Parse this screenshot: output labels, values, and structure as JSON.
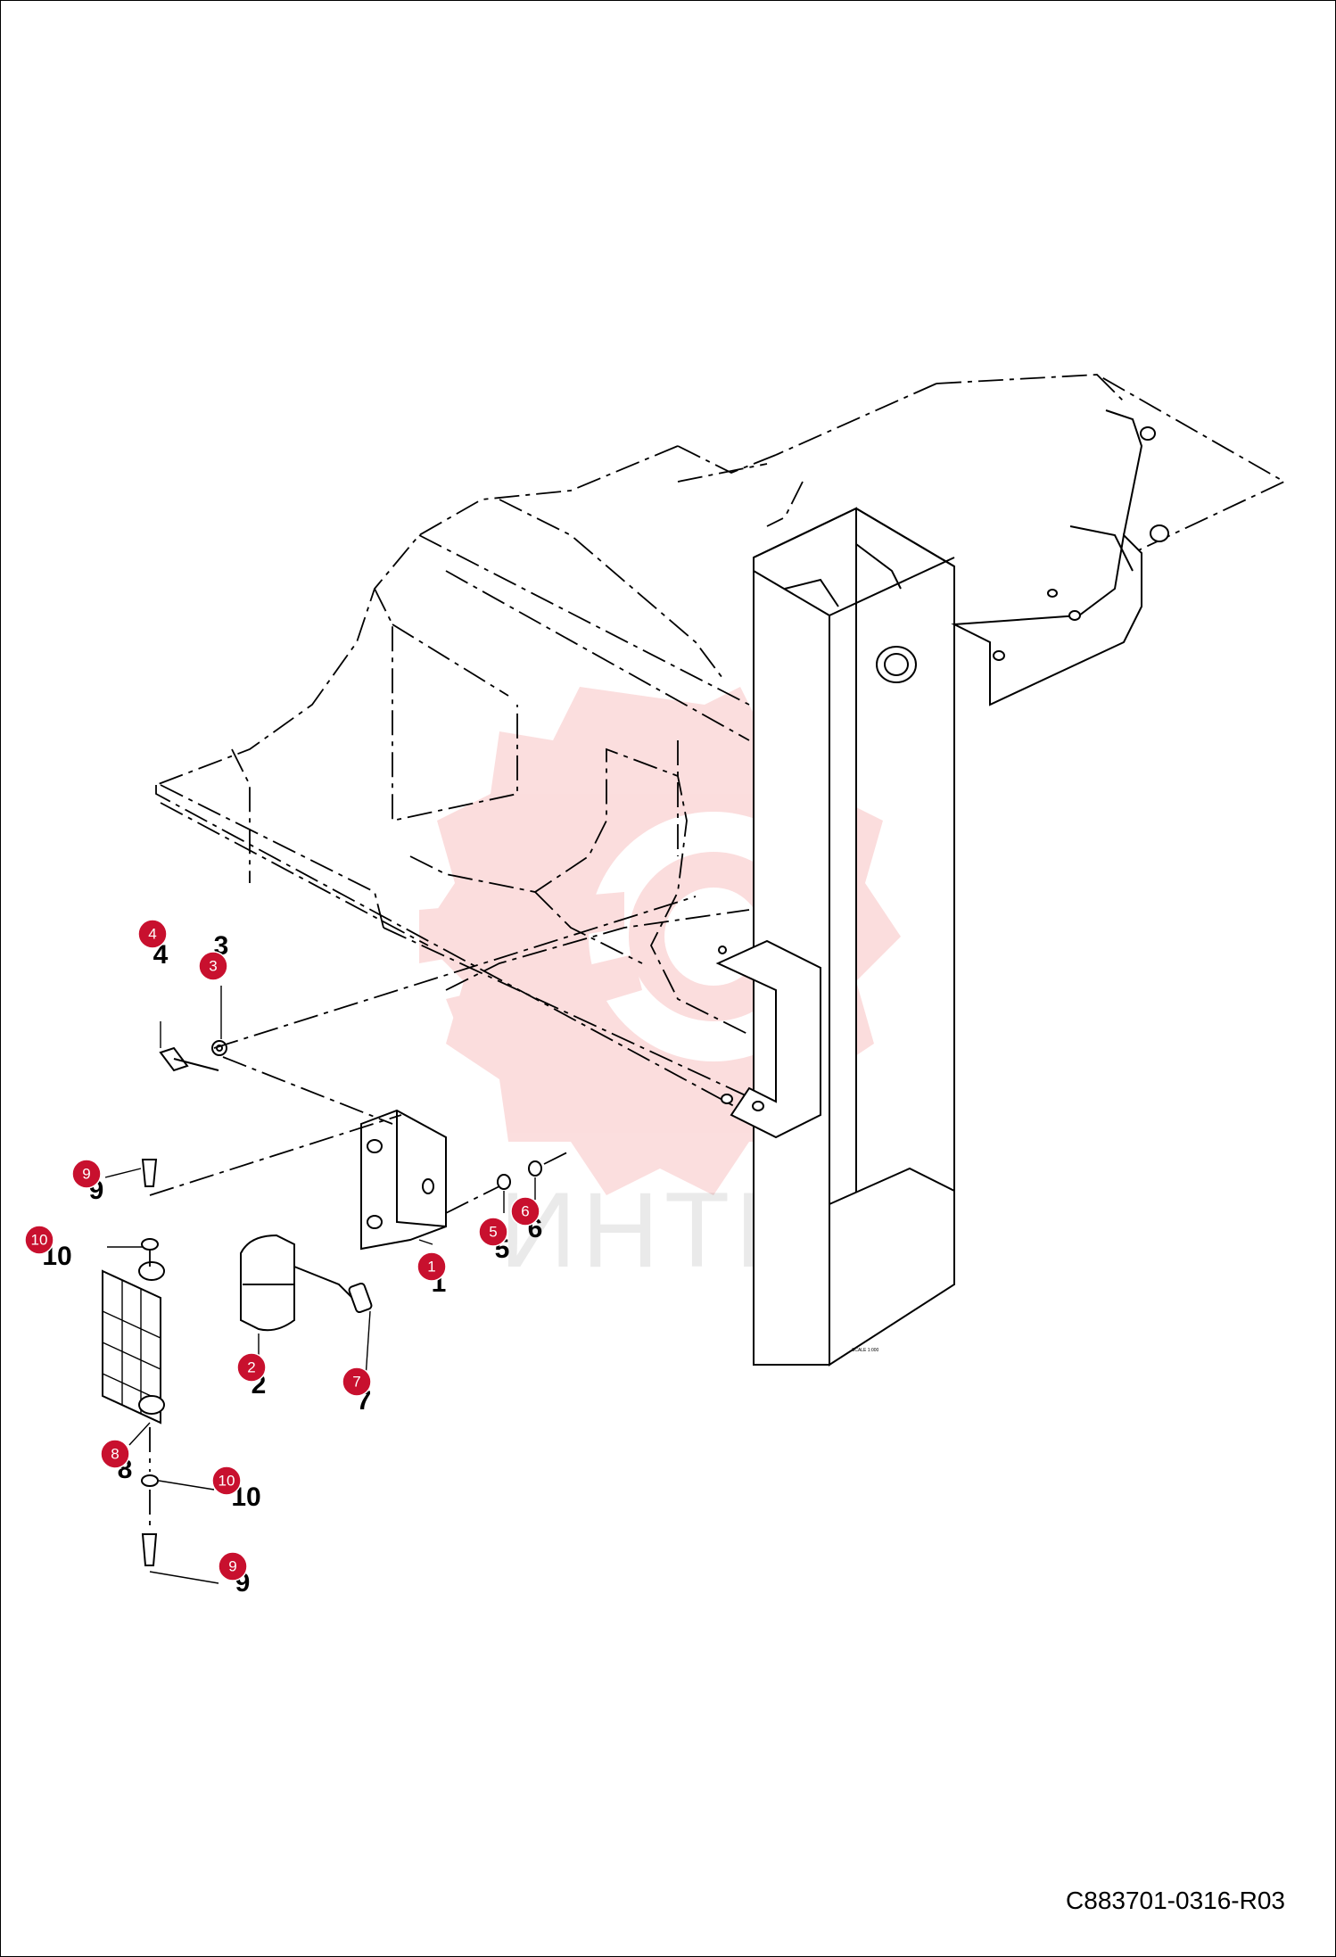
{
  "document_code": "C883701-0316-R03",
  "scale_note": "SCALE 1:000",
  "watermark_text": "ИНТЕХ",
  "colors": {
    "badge": "#c8102e",
    "watermark": "#f4a0a0",
    "line": "#000000"
  },
  "callouts": [
    {
      "id": "1",
      "label": "1",
      "badge": "1"
    },
    {
      "id": "2",
      "label": "2",
      "badge": "2"
    },
    {
      "id": "3",
      "label": "3",
      "badge": "3"
    },
    {
      "id": "4",
      "label": "4",
      "badge": "4"
    },
    {
      "id": "5",
      "label": "5",
      "badge": "5"
    },
    {
      "id": "6",
      "label": "6",
      "badge": "6"
    },
    {
      "id": "7",
      "label": "7",
      "badge": "7"
    },
    {
      "id": "8",
      "label": "8",
      "badge": "8"
    },
    {
      "id": "9a",
      "label": "9",
      "badge": "9"
    },
    {
      "id": "9b",
      "label": "9",
      "badge": "9"
    },
    {
      "id": "10a",
      "label": "10",
      "badge": "10"
    },
    {
      "id": "10b",
      "label": "10",
      "badge": "10"
    }
  ]
}
